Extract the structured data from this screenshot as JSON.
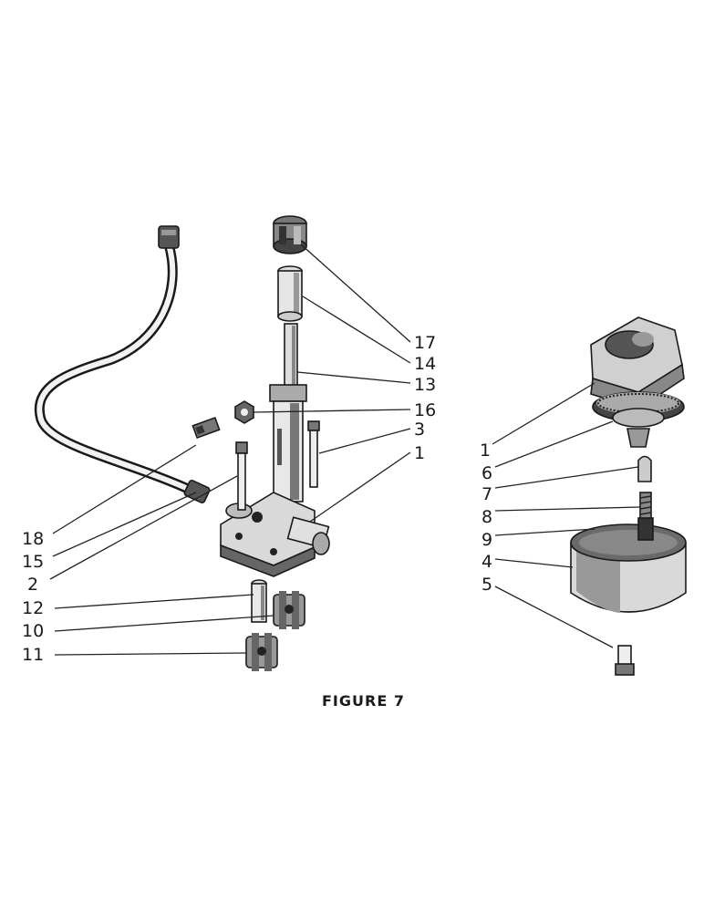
{
  "caption": "FIGURE 7",
  "left_assembly": {
    "labels": {
      "n18": "18",
      "n15": "15",
      "n2": "2",
      "n12": "12",
      "n10": "10",
      "n11": "11",
      "n17": "17",
      "n14": "14",
      "n13": "13",
      "n16": "16",
      "n3": "3",
      "n1": "1"
    }
  },
  "right_assembly": {
    "labels": {
      "n1": "1",
      "n6": "6",
      "n7": "7",
      "n8": "8",
      "n9": "9",
      "n4": "4",
      "n5": "5"
    }
  }
}
